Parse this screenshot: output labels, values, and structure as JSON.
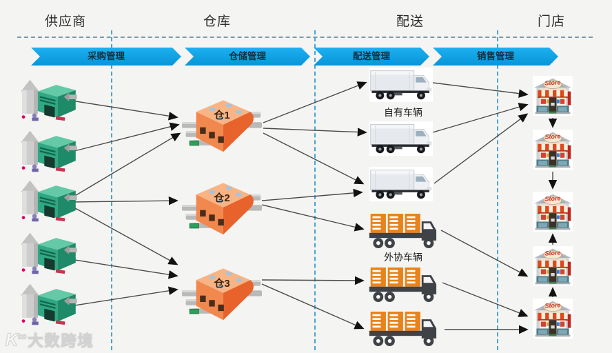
{
  "columns": {
    "supplier": "供应商",
    "warehouse": "仓库",
    "distribution": "配送",
    "store": "门店"
  },
  "process_banner": {
    "steps": [
      {
        "label": "采购管理"
      },
      {
        "label": "仓储管理"
      },
      {
        "label": "配送管理"
      },
      {
        "label": "销售管理"
      }
    ]
  },
  "suppliers": {
    "count": 5
  },
  "warehouses": {
    "items": [
      {
        "label": "仓1"
      },
      {
        "label": "仓2"
      },
      {
        "label": "仓3"
      }
    ]
  },
  "fleet": {
    "own_vehicles_label": "自有车辆",
    "own_vehicles_count": 3,
    "outsourced_vehicles_label": "外协车辆",
    "outsourced_vehicles_count": 3
  },
  "stores": {
    "count": 5,
    "sign_text": "Store"
  },
  "watermark": {
    "logo": "K",
    "logo_sup": "oo",
    "text": "大数跨境"
  },
  "colors": {
    "banner_blue": "#0fa5e9",
    "divider_blue": "#49a4d6",
    "divider_gray": "#7e98a4",
    "arrow": "#4a4a4a",
    "supplier_green": "#2fa883",
    "warehouse_orange": "#ee7233",
    "own_truck_white": "#e6e9ed",
    "outsourced_truck_orange": "#e8831c",
    "store_awning_red": "#e2471c",
    "store_base_teal": "#4d7d8c"
  }
}
